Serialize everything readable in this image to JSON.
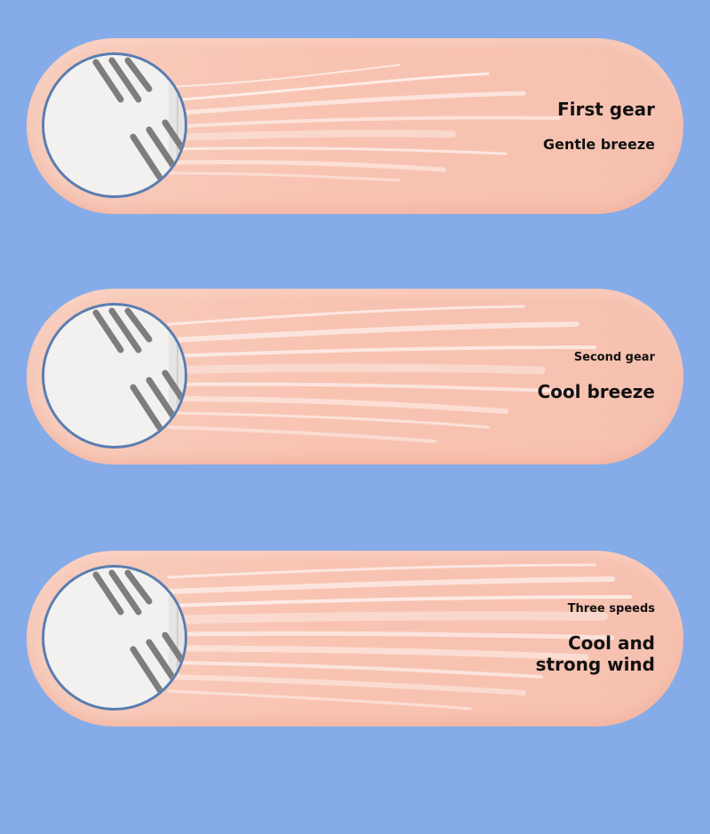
{
  "background_color": "#85ace9",
  "accent_color": "#f8c6b5",
  "lens_border_color": "#5a7db1",
  "panels": [
    {
      "title": "First gear",
      "subtitle": "Gentle breeze",
      "icon": "fan-grille-icon"
    },
    {
      "title": "Second gear",
      "subtitle": "Cool breeze",
      "icon": "fan-grille-icon"
    },
    {
      "title": "Three speeds",
      "subtitle_line1": "Cool and",
      "subtitle_line2": "strong wind",
      "icon": "fan-grille-icon"
    }
  ]
}
